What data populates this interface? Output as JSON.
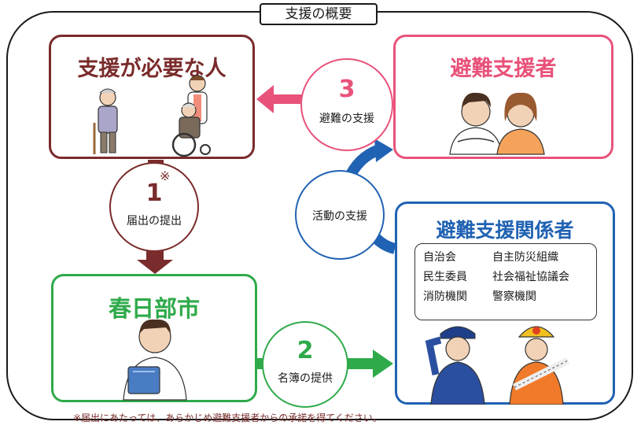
{
  "title": "支援の概要",
  "boxes": {
    "needs_support": {
      "title": "支援が必要な人"
    },
    "evac_supporters": {
      "title": "避難支援者"
    },
    "city": {
      "title": "春日部市"
    },
    "related": {
      "title": "避難支援関係者",
      "orgs": [
        "自治会",
        "自主防災組織",
        "民生委員",
        "社会福祉協議会",
        "消防機関",
        "警察機関"
      ]
    }
  },
  "steps": {
    "one": {
      "num": "1",
      "note_mark": "※",
      "label": "届出の提出"
    },
    "two": {
      "num": "2",
      "label": "名簿の提供"
    },
    "three": {
      "num": "3",
      "label": "避難の支援"
    },
    "activity": {
      "label": "活動の支援"
    }
  },
  "footnote": "※届出にあたっては、あらかじめ避難支援者からの承諾を得てください。",
  "colors": {
    "needs": "#7a2b2b",
    "supporters": "#e8527a",
    "city": "#2eaa4a",
    "related": "#2062b3"
  },
  "icons": [
    "elderly-person-cane-icon",
    "wheelchair-caregiver-icon",
    "couple-icon",
    "city-staff-icon",
    "police-officer-icon",
    "firefighter-icon"
  ]
}
